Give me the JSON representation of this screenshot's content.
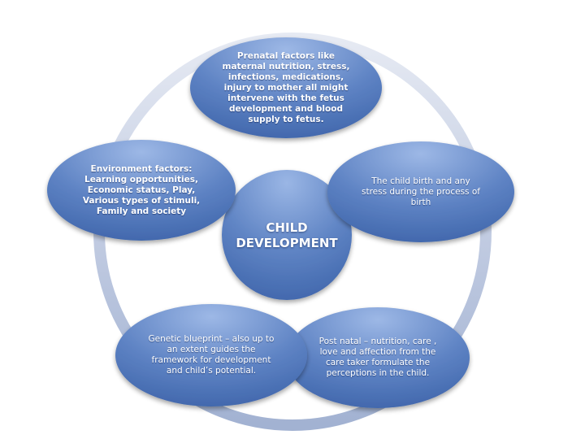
{
  "diagram": {
    "center": {
      "line1": "CHILD",
      "line2": "DEVELOPMENT"
    },
    "nodes": [
      {
        "id": "prenatal",
        "text": "Prenatal factors like maternal nutrition, stress, infections, medications, injury to mother all might intervene with the fetus development and blood supply to fetus."
      },
      {
        "id": "birth",
        "text": "The child birth and any stress during the process of birth"
      },
      {
        "id": "postnatal",
        "text": "Post natal – nutrition, care , love and affection from the care taker formulate the perceptions in the child."
      },
      {
        "id": "genetic",
        "text": "Genetic blueprint – also up to an extent guides the framework for development and child’s potential."
      },
      {
        "id": "environment",
        "text": "Environment factors: Learning opportunities, Economic status, Play, Various types of stimuli, Family and society"
      }
    ]
  },
  "colors": {
    "node_light": "#8aa8dc",
    "node_dark": "#3f65ab",
    "ring_light": "#e3e8f3",
    "ring_dark": "#a3b3d3",
    "text": "#ffffff"
  }
}
